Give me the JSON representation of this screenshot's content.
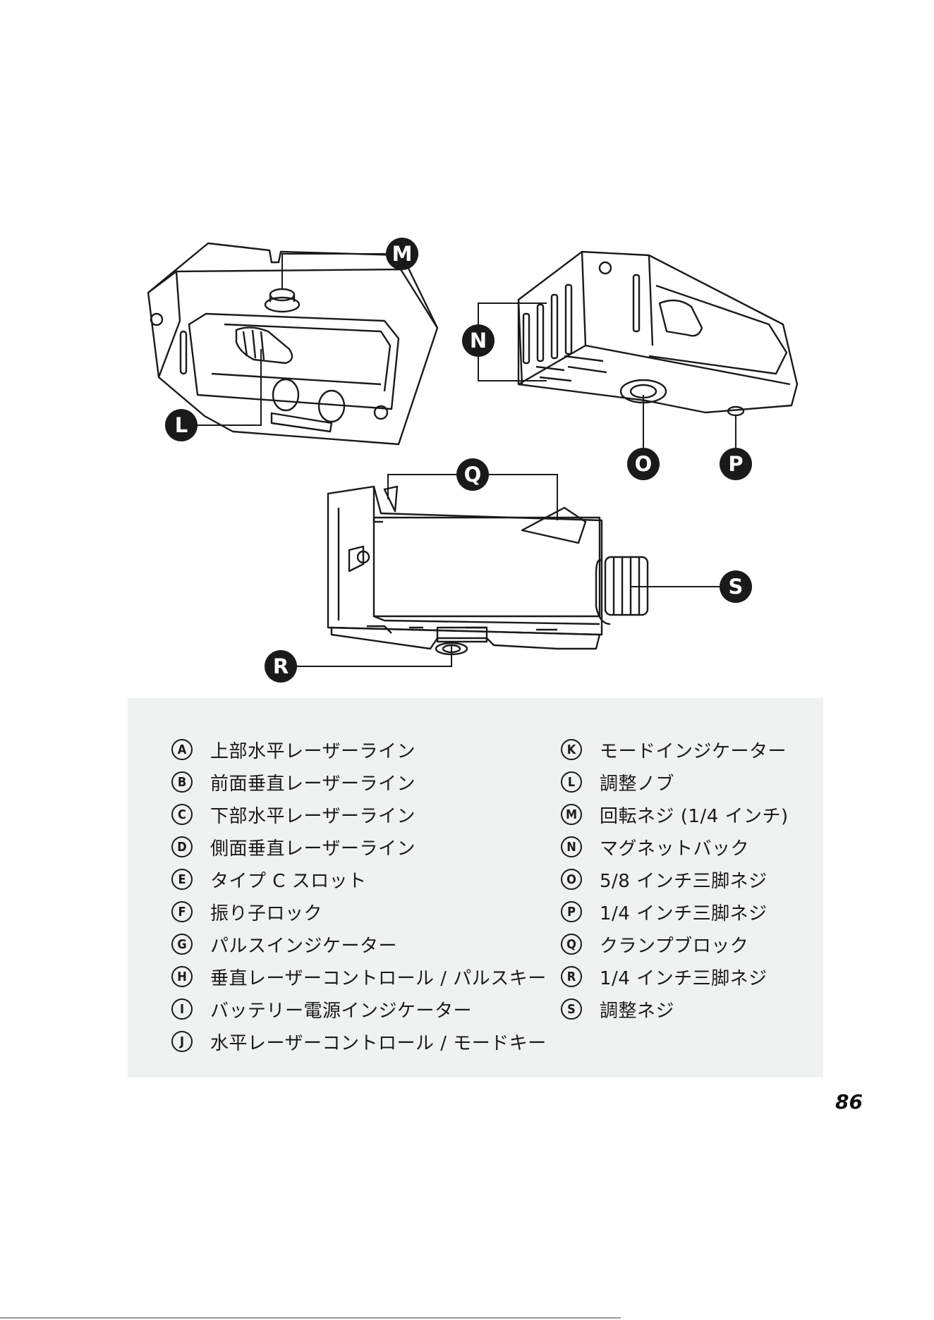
{
  "diagram": {
    "callouts": [
      {
        "id": "M",
        "label": "M"
      },
      {
        "id": "N",
        "label": "N"
      },
      {
        "id": "L",
        "label": "L"
      },
      {
        "id": "O",
        "label": "O"
      },
      {
        "id": "P",
        "label": "P"
      },
      {
        "id": "Q",
        "label": "Q"
      },
      {
        "id": "S",
        "label": "S"
      },
      {
        "id": "R",
        "label": "R"
      }
    ]
  },
  "legend": {
    "left": [
      {
        "letter": "A",
        "text": "上部水平レーザーライン"
      },
      {
        "letter": "B",
        "text": "前面垂直レーザーライン"
      },
      {
        "letter": "C",
        "text": "下部水平レーザーライン"
      },
      {
        "letter": "D",
        "text": "側面垂直レーザーライン"
      },
      {
        "letter": "E",
        "text": "タイプ C スロット"
      },
      {
        "letter": "F",
        "text": "振り子ロック"
      },
      {
        "letter": "G",
        "text": "パルスインジケーター"
      },
      {
        "letter": "H",
        "text": "垂直レーザーコントロール / パルスキー"
      },
      {
        "letter": "I",
        "text": "バッテリー電源インジケーター"
      },
      {
        "letter": "J",
        "text": "水平レーザーコントロール / モードキー"
      }
    ],
    "right": [
      {
        "letter": "K",
        "text": "モードインジケーター"
      },
      {
        "letter": "L",
        "text": "調整ノブ"
      },
      {
        "letter": "M",
        "text": "回転ネジ (1/4 インチ)"
      },
      {
        "letter": "N",
        "text": "マグネットバック"
      },
      {
        "letter": "O",
        "text": "5/8 インチ三脚ネジ"
      },
      {
        "letter": "P",
        "text": "1/4 インチ三脚ネジ"
      },
      {
        "letter": "Q",
        "text": "クランプブロック"
      },
      {
        "letter": "R",
        "text": "1/4 インチ三脚ネジ"
      },
      {
        "letter": "S",
        "text": "調整ネジ"
      }
    ]
  },
  "page_number": "86"
}
